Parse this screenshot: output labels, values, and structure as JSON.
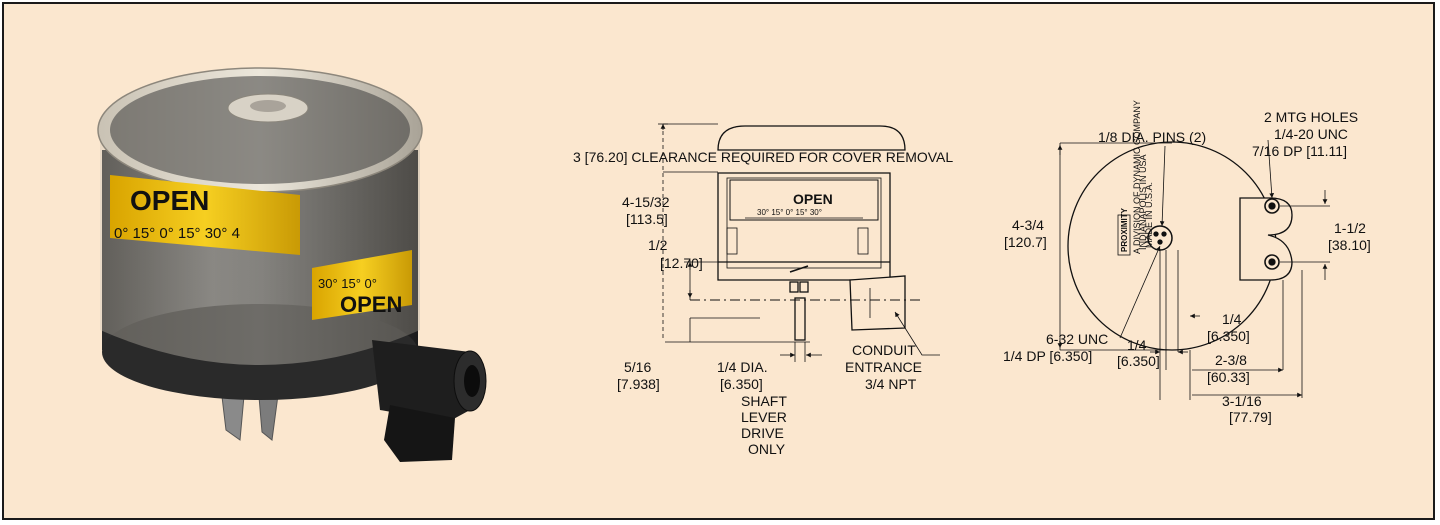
{
  "photo": {
    "scale_top_text": "OPEN",
    "scale_top_degrees": "0°  15°  0°  15°  30°  4",
    "scale_bottom_degrees": "30°  15°  0°",
    "scale_bottom_text": "OPEN"
  },
  "front_view": {
    "clearance": "3 [76.20] CLEARANCE REQUIRED FOR COVER REMOVAL",
    "height_in": "4-15/32",
    "height_mm": "[113.5]",
    "offset_in": "1/2",
    "offset_mm": "[12.70]",
    "shaft_in": "5/16",
    "shaft_mm": "[7.938]",
    "dia_in": "1/4 DIA.",
    "dia_mm": "[6.350]",
    "shaft_note": [
      "SHAFT",
      "LEVER",
      "DRIVE",
      "ONLY"
    ],
    "conduit": [
      "CONDUIT",
      "ENTRANCE",
      "3/4 NPT"
    ],
    "dial_text": "OPEN",
    "dial_degrees": "30°  15°  0°  15°  30°"
  },
  "side_view": {
    "pins": "1/8 DIA. PINS (2)",
    "holes": [
      "2 MTG HOLES",
      "1/4-20 UNC",
      "7/16 DP [11.11]"
    ],
    "height_in": "4-3/4",
    "height_mm": "[120.7]",
    "spacing_in": "1-1/2",
    "spacing_mm": "[38.10]",
    "screw": [
      "6-32 UNC",
      "1/4 DP [6.350]"
    ],
    "d1_in": "1/4",
    "d1_mm": "[6.350]",
    "d2_in": "1/4",
    "d2_mm": "[6.350]",
    "d3_in": "2-3/8",
    "d3_mm": "[60.33]",
    "d4_in": "3-1/16",
    "d4_mm": "[77.79]",
    "label_brand": "PROXIMITY",
    "label_lines": [
      "A DIVISION OF DYNAMIC COMPANY",
      "INDIANAPOLIS IN USA",
      "MADE IN U.S.A."
    ]
  }
}
